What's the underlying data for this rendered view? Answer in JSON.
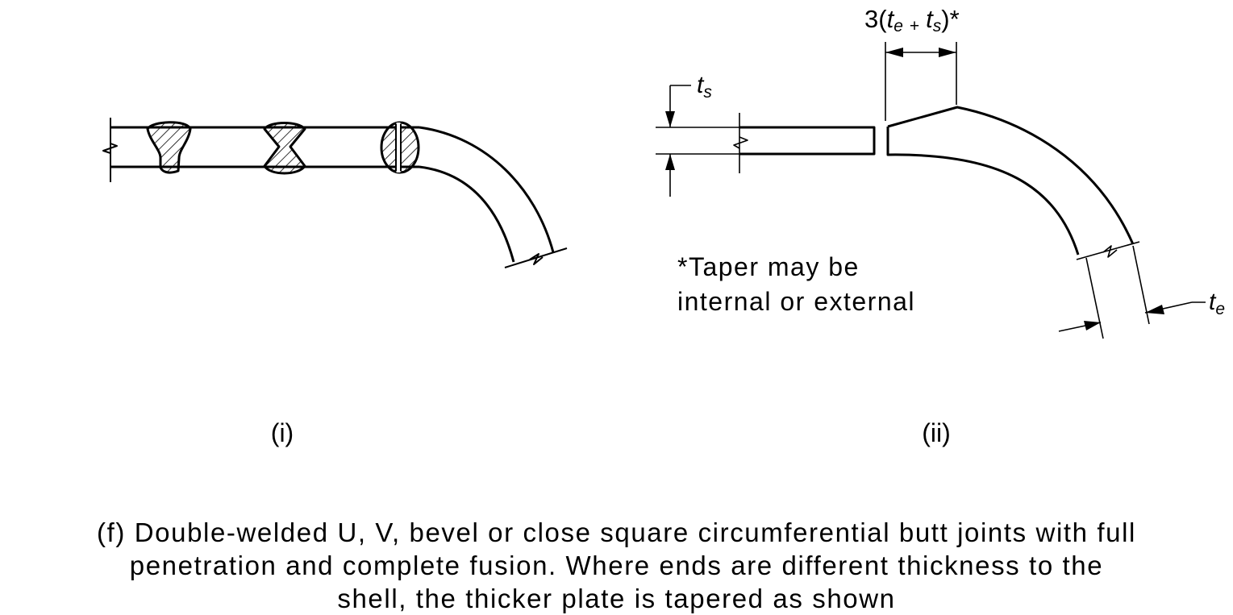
{
  "diagram": {
    "panels": [
      {
        "id": "i",
        "label": "(i)"
      },
      {
        "id": "ii",
        "label": "(ii)"
      }
    ],
    "dimensions": {
      "taper_length": {
        "coef": "3(",
        "t_e": "t",
        "t_e_sub": "e",
        "plus": "+",
        "t_s": "t",
        "t_s_sub": "s",
        "close": ")*"
      },
      "shell_thickness": {
        "symbol": "t",
        "sub": "s"
      },
      "end_thickness": {
        "symbol": "t",
        "sub": "e"
      }
    },
    "note": {
      "line1": "*Taper may be",
      "line2": "internal or external"
    }
  },
  "caption": {
    "line1": "(f) Double-welded U, V, bevel or close square circumferential butt joints with full",
    "line2": "penetration and complete fusion. Where ends are different thickness to the",
    "line3": "shell, the thicker plate is tapered as shown"
  }
}
